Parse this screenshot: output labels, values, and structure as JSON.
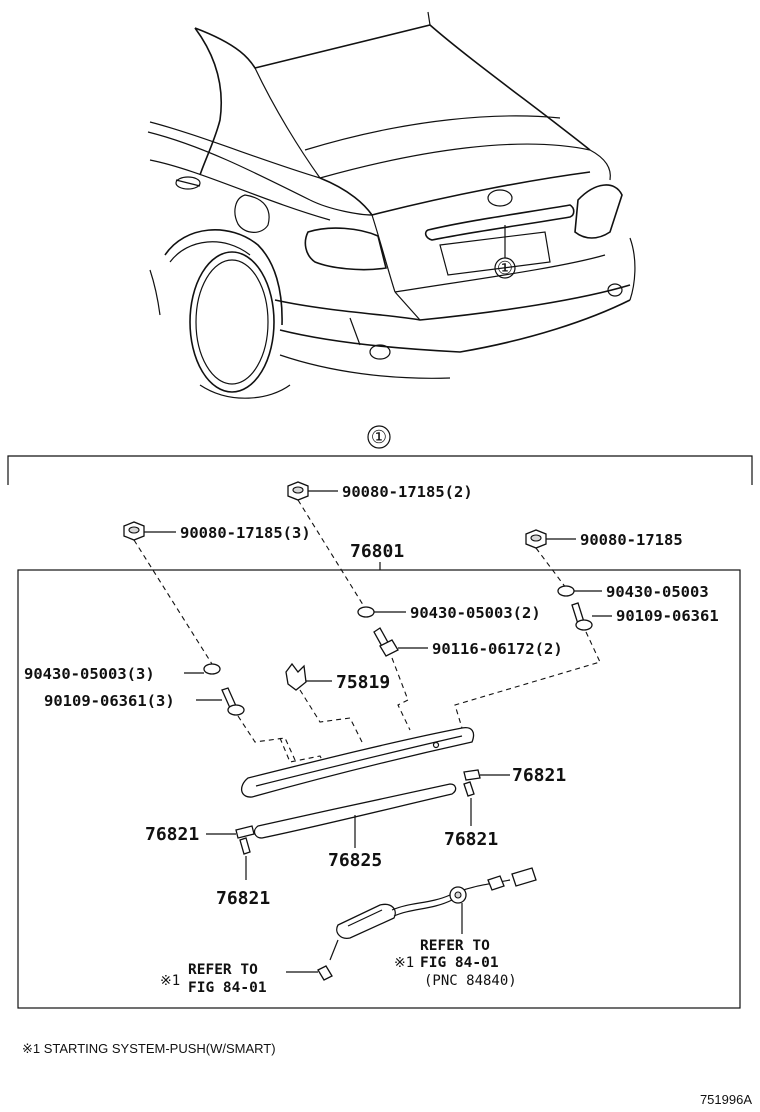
{
  "callout_marker": "①",
  "parts": {
    "nut_top": "90080-17185(2)",
    "nut_left": "90080-17185(3)",
    "nut_right": "90080-17185",
    "assembly": "76801",
    "washer_right": "90430-05003",
    "washer_mid": "90430-05003(2)",
    "screw_right": "90109-06361",
    "bolt_mid": "90116-06172(2)",
    "washer_left": "90430-05003(3)",
    "clip": "75819",
    "screw_left": "90109-06361(3)",
    "pad_right_top": "76821",
    "pad_left": "76821",
    "pad_right_bottom": "76821",
    "pad_left_bottom": "76821",
    "garnish": "76825"
  },
  "refs": {
    "left": {
      "mark": "※1",
      "line1": "REFER TO",
      "line2": "FIG 84-01"
    },
    "right": {
      "line1": "REFER TO",
      "mark": "※1",
      "line2": "FIG 84-01",
      "line3": "(PNC 84840)"
    }
  },
  "footnote": "※1 STARTING SYSTEM-PUSH(W/SMART)",
  "figure_id": "751996A"
}
